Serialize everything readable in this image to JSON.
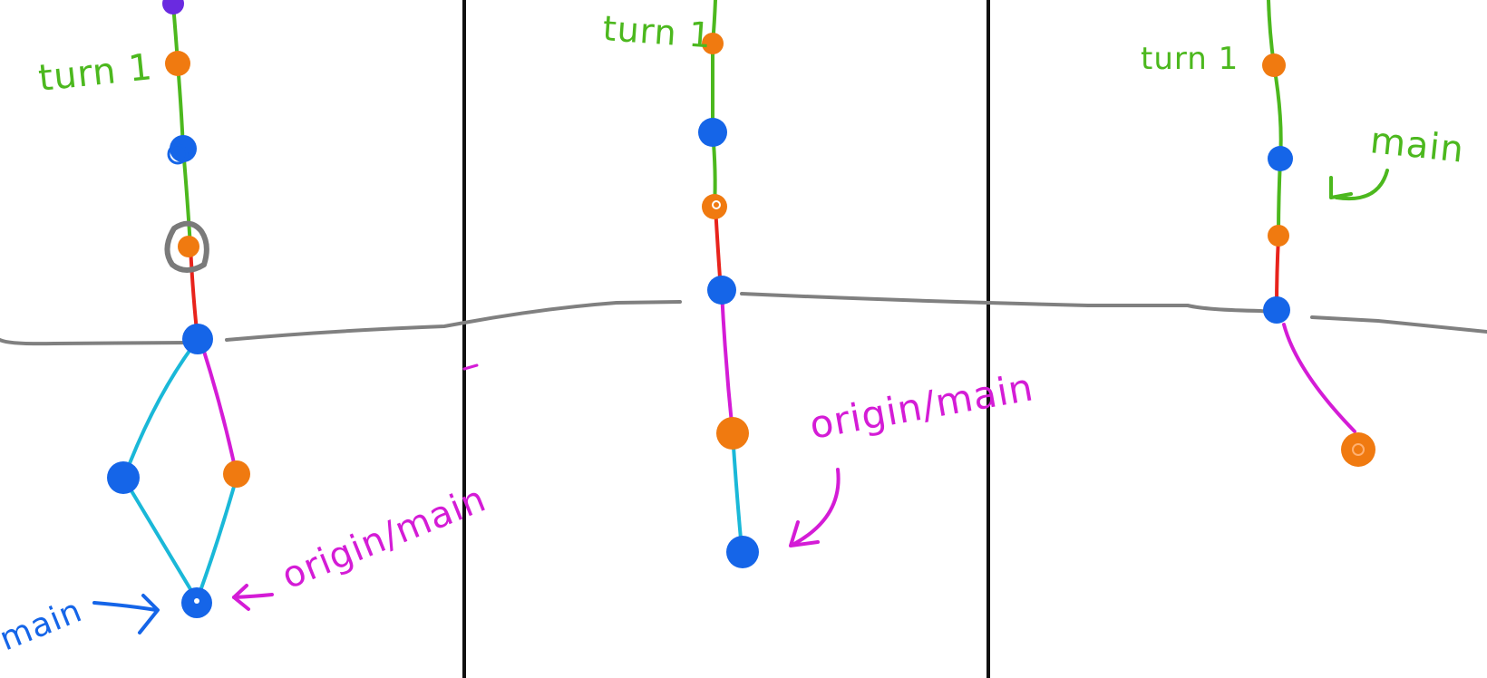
{
  "colors": {
    "green": "#4CB81E",
    "blue": "#1565E8",
    "orange": "#F07A10",
    "magenta": "#D41CD6",
    "red": "#E8231C",
    "cyan": "#1AB8D8",
    "gray": "#808080",
    "purple": "#6A2AE0",
    "black": "#111111"
  },
  "panels": [
    {
      "labels": {
        "turn": "turn 1",
        "main": "main",
        "origin_main": "origin/main"
      }
    },
    {
      "labels": {
        "turn": "turn 1",
        "origin_main": "origin/main"
      }
    },
    {
      "labels": {
        "turn": "turn 1",
        "main": "main"
      }
    }
  ]
}
